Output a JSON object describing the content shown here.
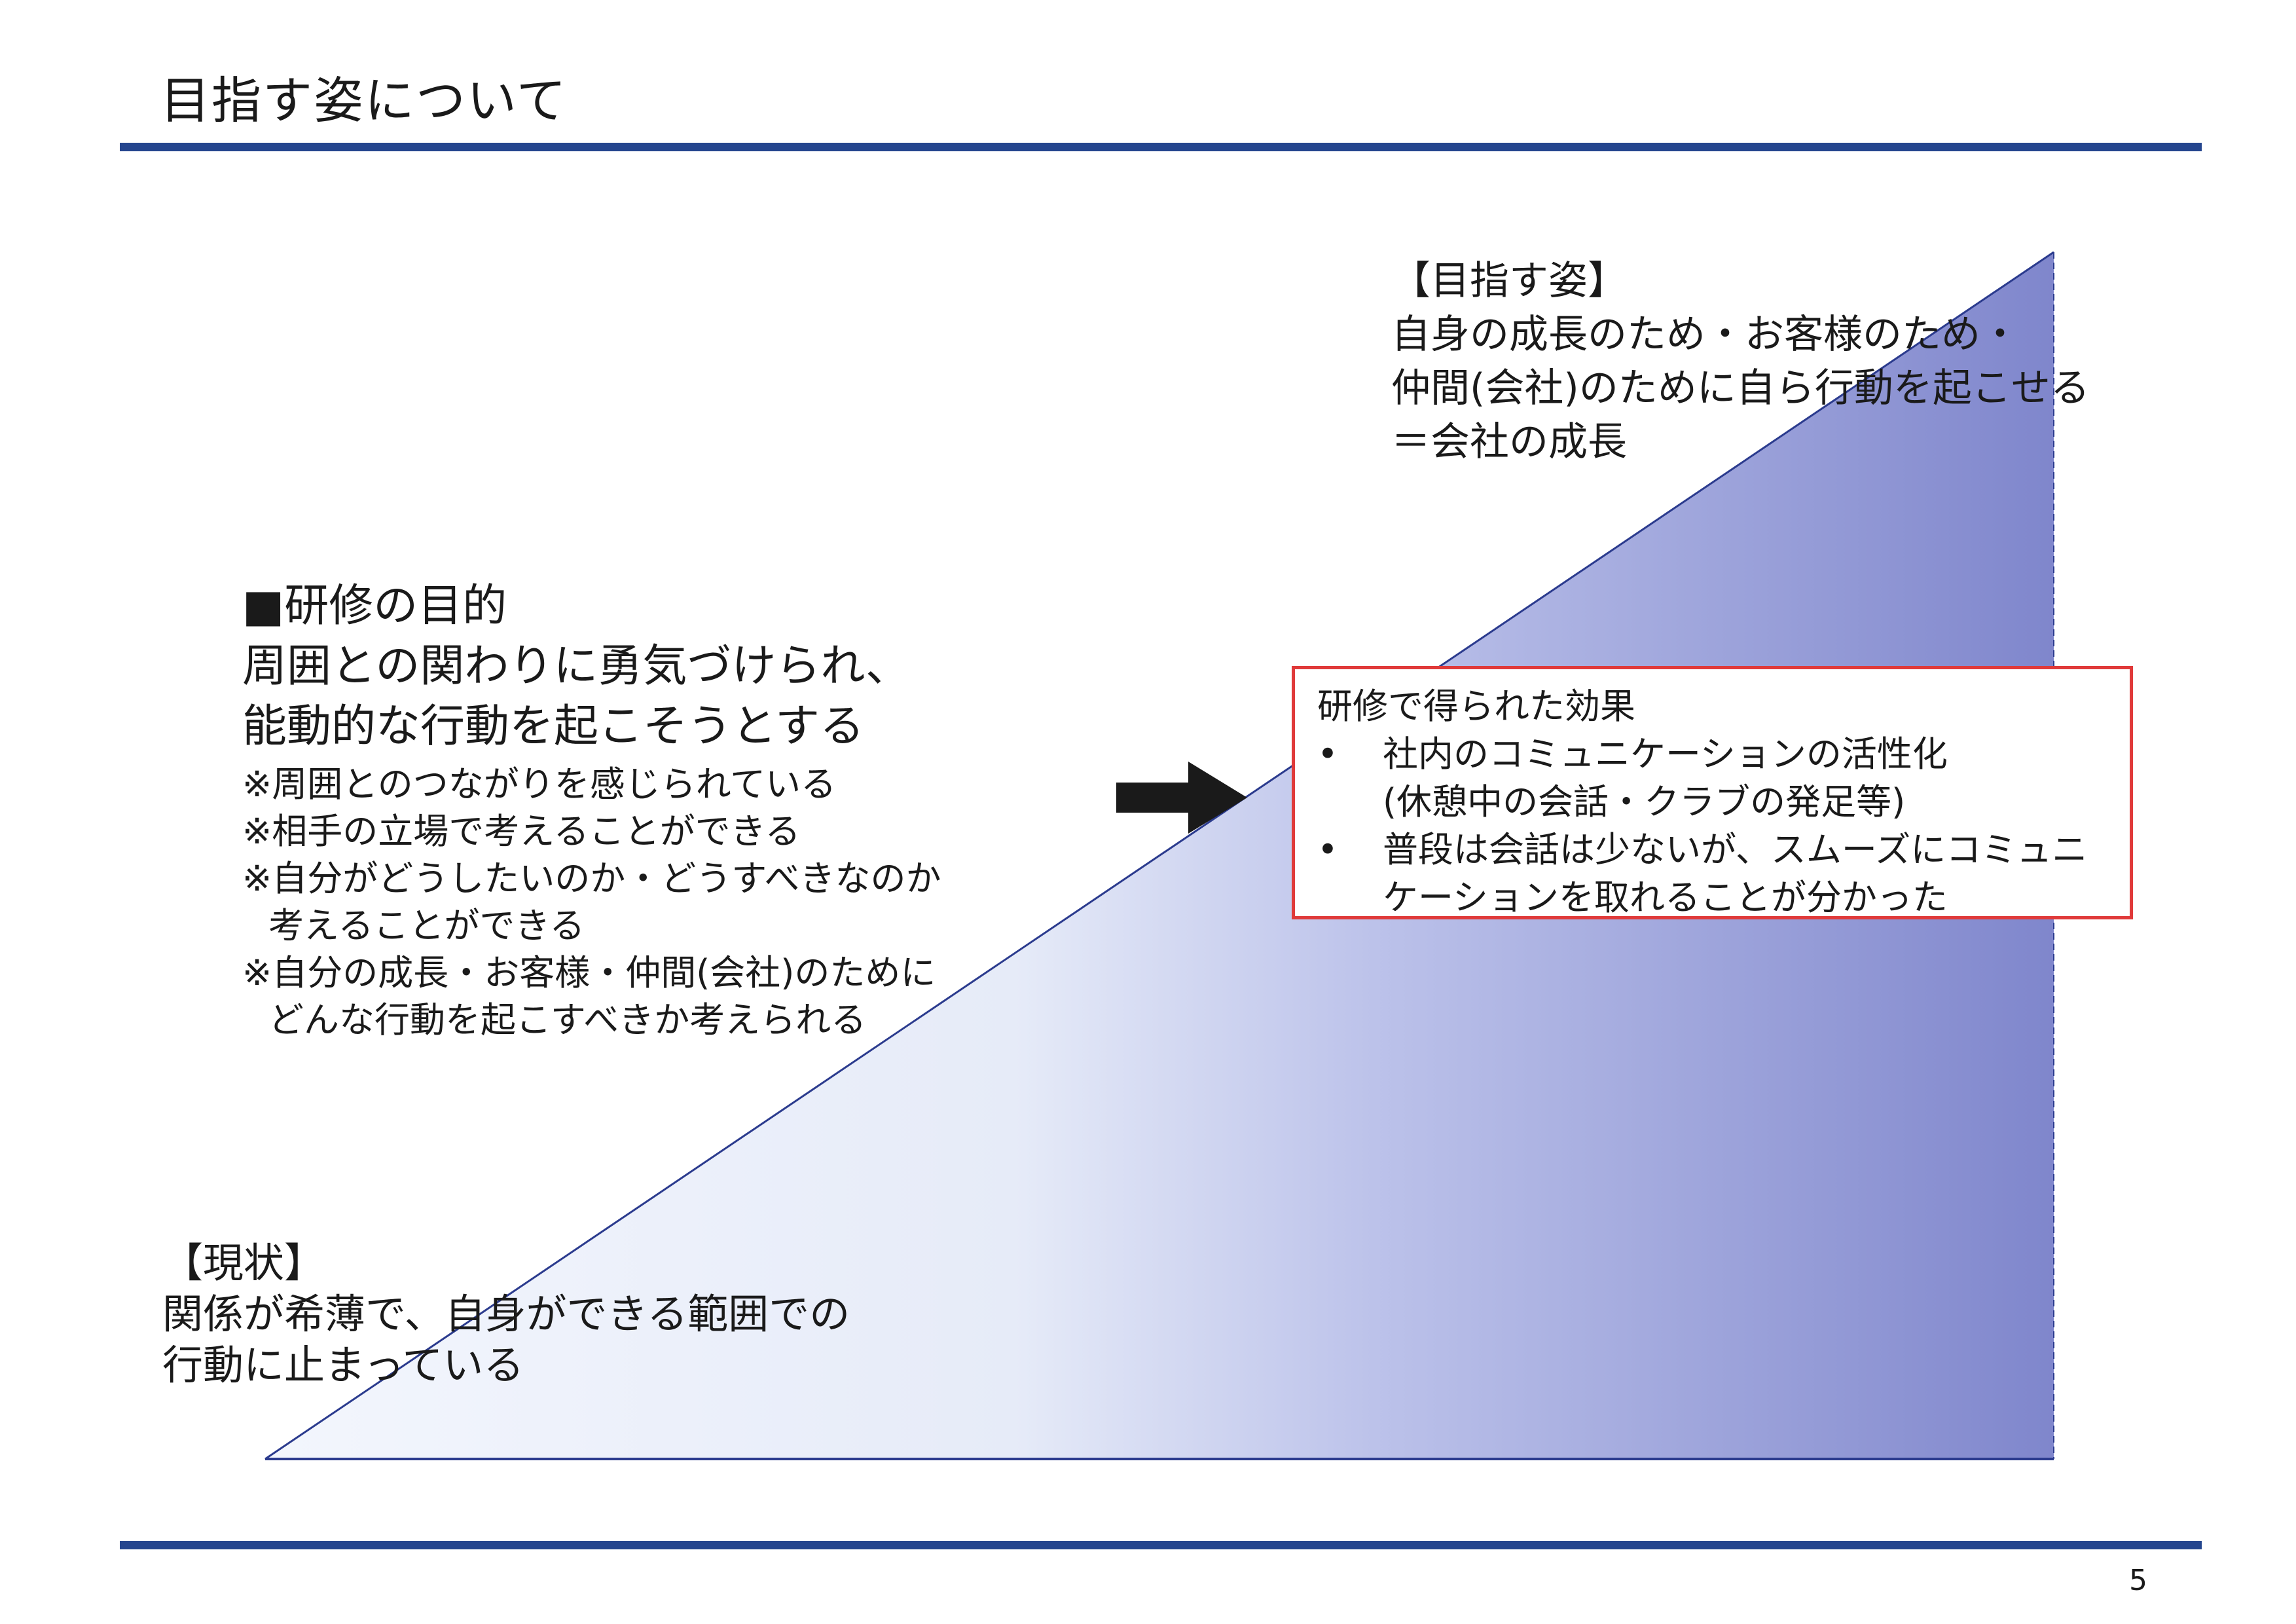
{
  "slide": {
    "title": "目指す姿について",
    "page_number": "5"
  },
  "goal": {
    "heading": "【目指す姿】",
    "lines": [
      "自身の成長のため・お客様のため・",
      "仲間(会社)のために自ら行動を起こせる",
      "＝会社の成長"
    ]
  },
  "purpose": {
    "heading": "■研修の目的",
    "main_lines": [
      "周囲との関わりに勇気づけられ、",
      "能動的な行動を起こそうとする"
    ],
    "notes": [
      "※周囲とのつながりを感じられている",
      "※相手の立場で考えることができる",
      "※自分がどうしたいのか・どうすべきなのか",
      "考えることができる",
      "※自分の成長・お客様・仲間(会社)のために",
      "どんな行動を起こすべきか考えられる"
    ]
  },
  "effect": {
    "heading": "研修で得られた効果",
    "bullet_symbol": "•",
    "items": [
      {
        "lines": [
          "社内のコミュニケーションの活性化",
          "(休憩中の会話・クラブの発足等)"
        ]
      },
      {
        "lines": [
          "普段は会話は少ないが、スムーズにコミュニ",
          "ケーションを取れることが分かった"
        ]
      }
    ]
  },
  "current": {
    "heading": "【現状】",
    "lines": [
      "関係が希薄で、自身ができる範囲での",
      "行動に止まっている"
    ]
  },
  "colors": {
    "rule": "#24458e",
    "triangle_light": "#f3f6fd",
    "triangle_dark": "#7f86cc",
    "triangle_edge": "#2b3b8e",
    "effect_border": "#e03a3a",
    "arrow": "#1a1a1a"
  },
  "icons": {
    "arrow": "right-arrow-icon"
  }
}
